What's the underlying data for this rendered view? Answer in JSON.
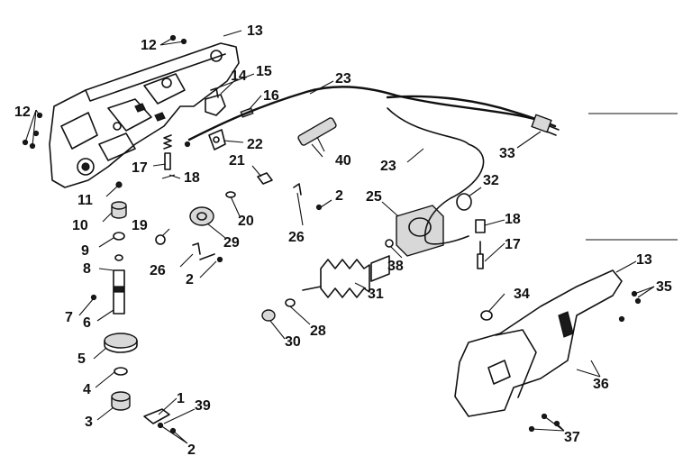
{
  "callouts": {
    "c1": "1",
    "c2a": "2",
    "c2b": "2",
    "c2c": "2",
    "c3": "3",
    "c4": "4",
    "c5": "5",
    "c6": "6",
    "c7": "7",
    "c8": "8",
    "c9": "9",
    "c10": "10",
    "c11": "11",
    "c12a": "12",
    "c12b": "12",
    "c13a": "13",
    "c13b": "13",
    "c14": "14",
    "c15": "15",
    "c16": "16",
    "c17a": "17",
    "c17b": "17",
    "c18a": "18",
    "c18b": "18",
    "c19": "19",
    "c20": "20",
    "c21": "21",
    "c22": "22",
    "c23a": "23",
    "c23b": "23",
    "c25": "25",
    "c26a": "26",
    "c26b": "26",
    "c28": "28",
    "c29": "29",
    "c30": "30",
    "c31": "31",
    "c32": "32",
    "c33": "33",
    "c34": "34",
    "c35": "35",
    "c36": "36",
    "c37": "37",
    "c38": "38",
    "c39": "39",
    "c40": "40"
  }
}
